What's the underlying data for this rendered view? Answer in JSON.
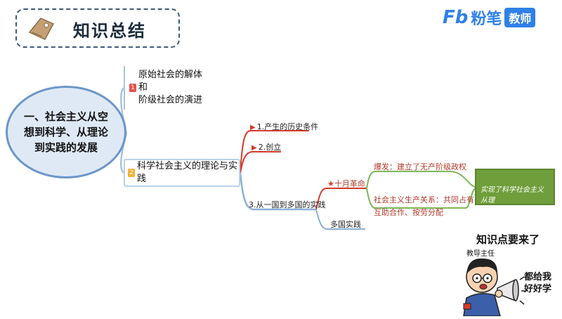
{
  "header": {
    "title": "知识总结",
    "logo": {
      "fb": "Fb",
      "text": "粉笔",
      "badge": "教师"
    }
  },
  "mindmap": {
    "root": "一、社会主义从空\n想到科学、从理论\n到实践的发展",
    "node1": {
      "num": "1",
      "label": "原始社会的解体和\n阶级社会的演进"
    },
    "node2": {
      "num": "2",
      "label": "科学社会主义的理论与实践"
    },
    "branch1": "1.产生的历史条件",
    "branch2": "2.创立",
    "branch3": "3.从一国到多国的实践",
    "october": "十月革命",
    "multi": "多国实践",
    "outbreak": "爆发：建立了无产阶级政权",
    "relations": "社会主义生产关系：共同占有、\n互助合作、按劳分配",
    "result": "实现了科学社会主义从理\n论变为现实历史性飞跃"
  },
  "cartoon": {
    "headline": "知识点要来了",
    "role": "教导主任",
    "speech": "都给我\n好好学"
  },
  "colors": {
    "branch_red": "#d23b2c",
    "branch_green": "#7fb55a",
    "branch_blue": "#8bb0d6",
    "result_green": "#6f9e3a"
  }
}
